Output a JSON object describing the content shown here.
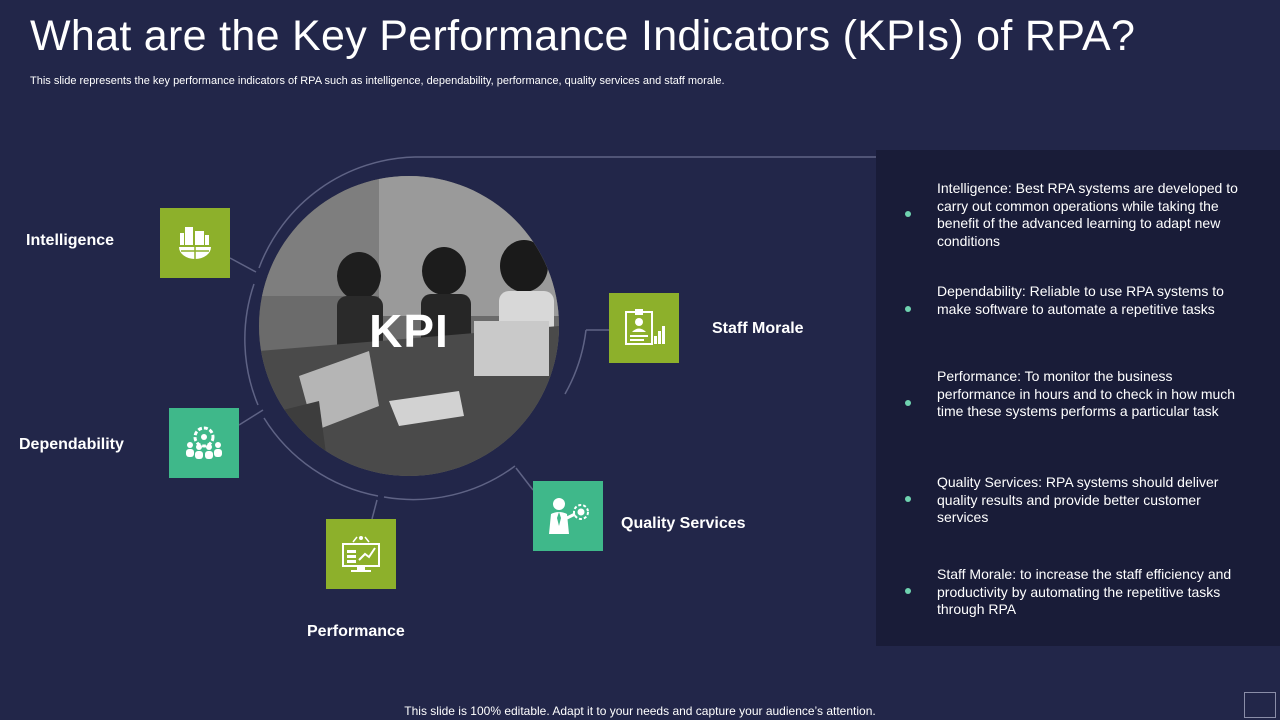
{
  "header": {
    "title": "What are the Key Performance Indicators (KPIs) of RPA?",
    "subtitle": "This slide represents the key performance indicators of RPA such as intelligence, dependability, performance, quality services and staff morale."
  },
  "diagram": {
    "center_label": "KPI",
    "nodes": [
      {
        "label": "Intelligence",
        "icon": "building-globe-icon"
      },
      {
        "label": "Dependability",
        "icon": "team-gear-icon"
      },
      {
        "label": "Performance",
        "icon": "monitor-chart-icon"
      },
      {
        "label": "Quality Services",
        "icon": "person-badge-icon"
      },
      {
        "label": "Staff Morale",
        "icon": "profile-chart-icon"
      }
    ]
  },
  "panel": {
    "items": [
      "Intelligence:  Best RPA systems are developed to carry out common operations while taking the benefit of the advanced learning to adapt new conditions",
      "Dependability:  Reliable to use RPA systems to make software to automate a repetitive tasks",
      "Performance: To monitor the business performance in hours and to check in how much time these systems performs a particular task",
      "Quality Services: RPA systems should deliver quality results and provide better customer services",
      "Staff Morale:  to increase the staff efficiency and productivity by automating the repetitive tasks through RPA"
    ]
  },
  "footer": {
    "text": "This slide is 100% editable. Adapt it to your needs and capture your audience’s attention."
  },
  "colors": {
    "background": "#222649",
    "panel": "#191c38",
    "lime": "#8db02b",
    "teal": "#3fb88a",
    "bullet": "#6fd3b0"
  }
}
